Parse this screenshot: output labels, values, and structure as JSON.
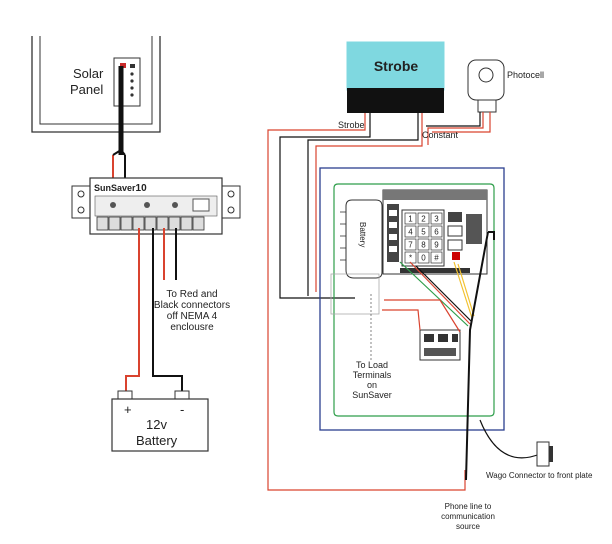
{
  "solar_panel": {
    "line1": "Solar",
    "line2": "Panel"
  },
  "controller": {
    "brand": "SunSaver",
    "model": "10"
  },
  "battery": {
    "plus": "+",
    "minus": "-",
    "line1": "12v",
    "line2": "Battery"
  },
  "nema_note": {
    "line1": "To Red and",
    "line2": "Black connectors",
    "line3": "off NEMA 4",
    "line4": "enclousre"
  },
  "strobe": {
    "label": "Strobe"
  },
  "photocell": {
    "label": "Photocell"
  },
  "wire_labels": {
    "strobe": "Strobe",
    "constant": "Constant"
  },
  "battery_pack": {
    "label": "Battery"
  },
  "keypad": {
    "keys": [
      "1",
      "2",
      "3",
      "4",
      "5",
      "6",
      "7",
      "8",
      "9",
      "*",
      "0",
      "#"
    ]
  },
  "load_note": {
    "line1": "To Load",
    "line2": "Terminals",
    "line3": "on",
    "line4": "SunSaver"
  },
  "wago": {
    "label": "Wago Connector to front plate"
  },
  "phone_line": {
    "line1": "Phone line to",
    "line2": "communication",
    "line3": "source"
  },
  "colors": {
    "red_wire": "#d9432f",
    "black_wire": "#111111",
    "enclosure_border": "#2b3f8f",
    "board_green": "#2e9e4a",
    "strobe_cap": "#7fd8e0",
    "yellow_wire": "#f2c230"
  }
}
